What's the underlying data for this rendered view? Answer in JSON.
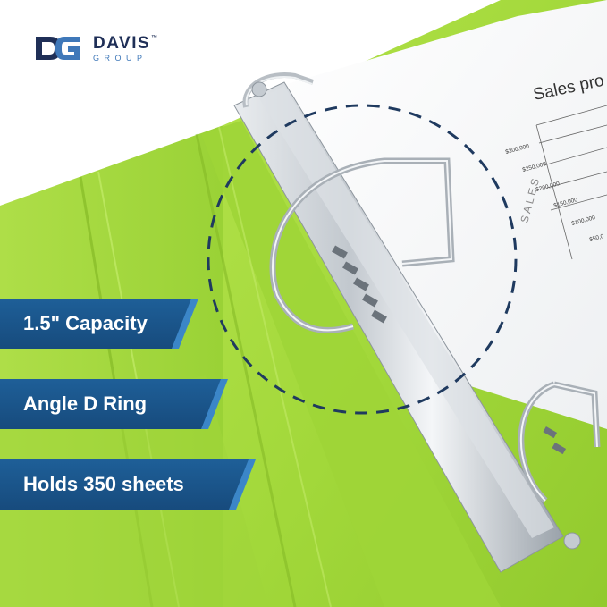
{
  "brand": {
    "name": "DAVIS",
    "trademark": "™",
    "subtitle": "GROUP",
    "primary_color": "#1f2f57",
    "accent_color": "#3f78b9"
  },
  "features": [
    {
      "label": "1.5\" Capacity"
    },
    {
      "label": "Angle D Ring"
    },
    {
      "label": "Holds 350 sheets"
    }
  ],
  "document": {
    "title": "Sales pro",
    "axis_label": "SALES",
    "ticks": [
      "$300,000",
      "$250,000",
      "$200,000",
      "$150,000",
      "$100,000",
      "$50,0"
    ]
  },
  "colors": {
    "binder_green": "#a6dc3a",
    "binder_green_dark": "#8cc52a",
    "banner_blue": "#1e5f98",
    "banner_accent": "#3b86c8",
    "ring_metal": "#c9ced3"
  }
}
